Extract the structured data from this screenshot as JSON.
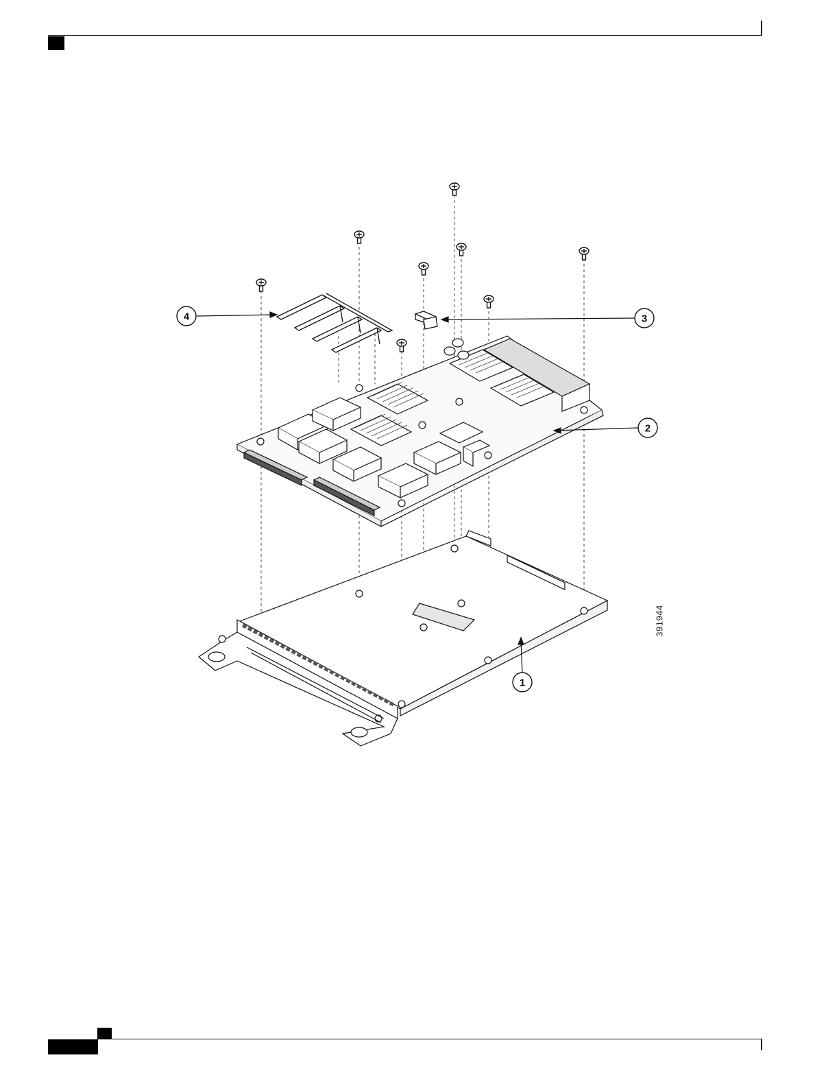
{
  "figure": {
    "callouts": [
      {
        "label": "1",
        "meaning": "chassis-tray"
      },
      {
        "label": "2",
        "meaning": "circuit-board"
      },
      {
        "label": "3",
        "meaning": "connector-plug"
      },
      {
        "label": "4",
        "meaning": "bracket-comb"
      }
    ],
    "figure_id": "391944"
  }
}
